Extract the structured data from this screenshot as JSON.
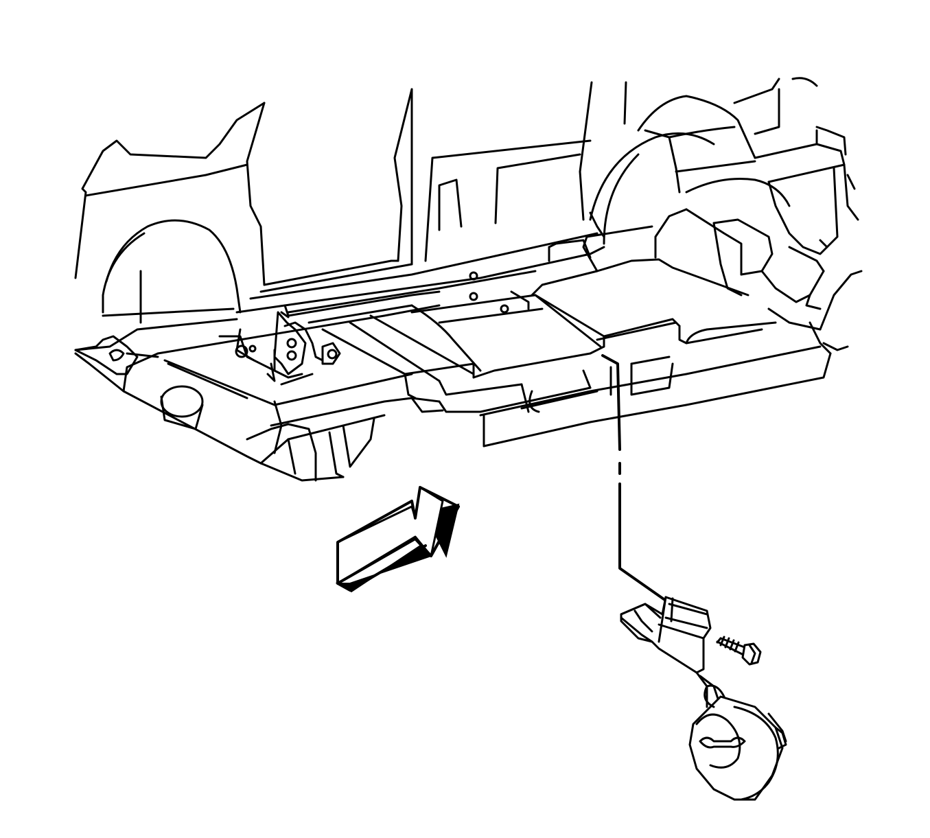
{
  "diagram": {
    "background": "#ffffff",
    "line_color": "#000000",
    "parts": [
      "vehicle-underbody",
      "exhaust-hanger-front",
      "exhaust-hanger-middle",
      "exhaust-hanger-rear-bracket",
      "bolt",
      "rubber-insulator",
      "view-direction-arrow"
    ]
  }
}
